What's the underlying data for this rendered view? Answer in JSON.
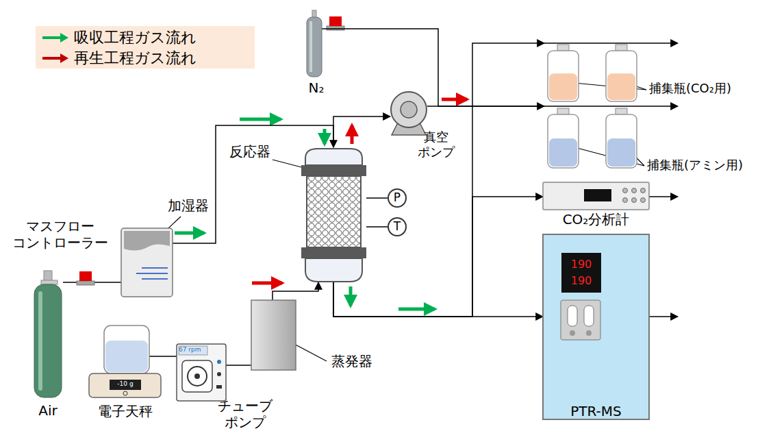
{
  "diagram": {
    "nodes": [
      {
        "text": [
          "N₂"
        ]
      },
      {
        "text": [
          "反応器"
        ]
      },
      {
        "text": [
          "P"
        ]
      },
      {
        "text": [
          "T"
        ]
      },
      {
        "text": [
          "真空 ポンプ"
        ]
      },
      {
        "text": [
          "加湿器"
        ]
      },
      {
        "text": [
          "マスフロー コントローラー"
        ]
      },
      {
        "text": [
          "Air"
        ]
      },
      {
        "text": [
          "-10 g",
          "電子天秤"
        ]
      },
      {
        "text": [
          "67 rpm",
          "チューブ ポンプ"
        ]
      },
      {
        "text": [
          "蒸発器"
        ]
      },
      {
        "text": [
          "捕集瓶(CO₂用)"
        ]
      },
      {
        "text": [
          "捕集瓶(アミン用)"
        ]
      },
      {
        "text": [
          "CO₂分析計"
        ]
      },
      {
        "text": [
          "190",
          "190",
          "PTR-MS"
        ]
      }
    ],
    "edges": [
      {
        "from": 7,
        "to": 6,
        "arrow": "none"
      },
      {
        "from": 6,
        "to": 5,
        "arrow": "none"
      },
      {
        "from": 5,
        "to": 1,
        "arrow": "to"
      },
      {
        "from": 1,
        "to": 4,
        "arrow": "to"
      },
      {
        "from": 0,
        "to": 12,
        "arrow": "none"
      },
      {
        "from": 4,
        "to": 12,
        "arrow": "to"
      },
      {
        "from": 1,
        "to": 11,
        "arrow": "to"
      },
      {
        "from": 1,
        "to": 13,
        "arrow": "to"
      },
      {
        "from": 1,
        "to": 14,
        "arrow": "to"
      },
      {
        "from": 10,
        "to": 1,
        "arrow": "to"
      },
      {
        "from": 9,
        "to": 10,
        "arrow": "none"
      },
      {
        "from": 8,
        "to": 9,
        "arrow": "none"
      },
      {
        "from": 2,
        "to": 1,
        "arrow": "none"
      },
      {
        "from": 3,
        "to": 1,
        "arrow": "none"
      }
    ],
    "legend": [
      {
        "text": "吸収工程ガス流れ",
        "color": "#00b050"
      },
      {
        "text": "再生工程ガス流れ",
        "color": "#c00000"
      }
    ]
  }
}
